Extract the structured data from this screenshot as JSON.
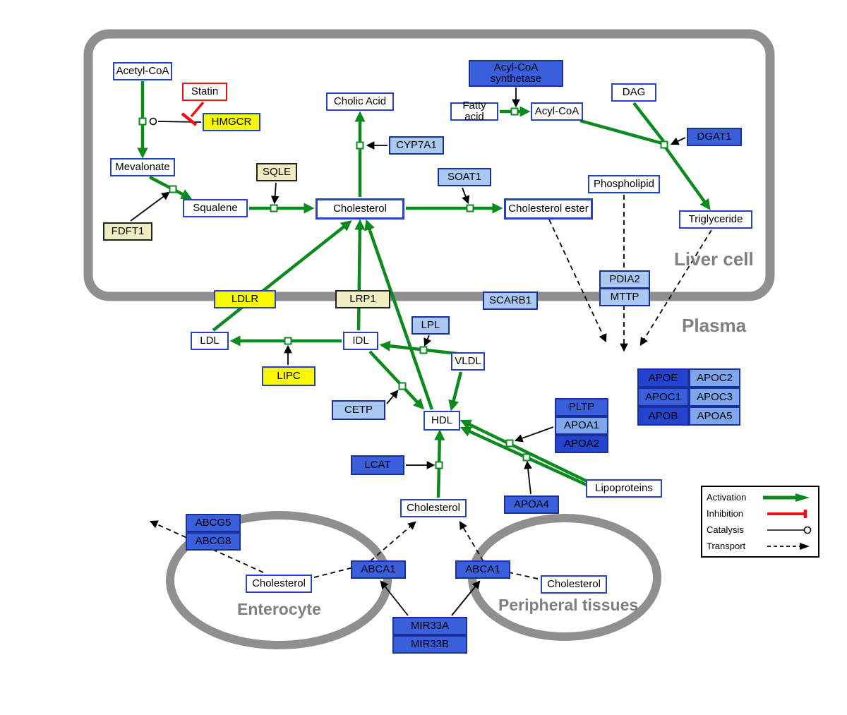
{
  "compartments": {
    "liver_cell": "Liver cell",
    "plasma": "Plasma",
    "enterocyte": "Enterocyte",
    "peripheral_tissues": "Peripheral tissues"
  },
  "legend": {
    "activation": "Activation",
    "inhibition": "Inhibition",
    "catalysis": "Catalysis",
    "transport": "Transport"
  },
  "nodes": {
    "acetyl_coa": "Acetyl-CoA",
    "statin": "Statin",
    "hmgcr": "HMGCR",
    "mevalonate": "Mevalonate",
    "fdft1": "FDFT1",
    "squalene": "Squalene",
    "sqle": "SQLE",
    "cholesterol": "Cholesterol",
    "cholic_acid": "Cholic Acid",
    "cyp7a1": "CYP7A1",
    "soat1": "SOAT1",
    "cholesterol_ester": "Cholesterol ester",
    "acyl_coa_synthetase": "Acyl-CoA synthetase",
    "fatty_acid": "Fatty acid",
    "acyl_coa": "Acyl-CoA",
    "dag": "DAG",
    "dgat1": "DGAT1",
    "phospholipid": "Phospholipid",
    "triglyceride": "Triglyceride",
    "pdia2": "PDIA2",
    "mttp": "MTTP",
    "scarb1": "SCARB1",
    "ldlr": "LDLR",
    "lrp1": "LRP1",
    "ldl": "LDL",
    "idl": "IDL",
    "lpl": "LPL",
    "vldl": "VLDL",
    "lipc": "LIPC",
    "cetp": "CETP",
    "hdl": "HDL",
    "lcat": "LCAT",
    "apoe": "APOE",
    "apoc2": "APOC2",
    "apoc1": "APOC1",
    "apoc3": "APOC3",
    "apob": "APOB",
    "apoa5": "APOA5",
    "pltp": "PLTP",
    "apoa1": "APOA1",
    "apoa2": "APOA2",
    "apoa4": "APOA4",
    "lipoproteins": "Lipoproteins",
    "cholesterol_plasma": "Cholesterol",
    "abcg5": "ABCG5",
    "abcg8": "ABCG8",
    "cholesterol_enterocyte": "Cholesterol",
    "abca1_enterocyte": "ABCA1",
    "abca1_peripheral": "ABCA1",
    "cholesterol_peripheral": "Cholesterol",
    "mir33a": "MIR33A",
    "mir33b": "MIR33B"
  },
  "edges": [
    {
      "type": "activation",
      "from": "acetyl_coa",
      "to": "mevalonate",
      "catalyst": "hmgcr"
    },
    {
      "type": "activation",
      "from": "mevalonate",
      "to": "squalene",
      "catalyst": "fdft1"
    },
    {
      "type": "activation",
      "from": "squalene",
      "to": "cholesterol",
      "catalyst": "sqle"
    },
    {
      "type": "activation",
      "from": "cholesterol",
      "to": "cholic_acid",
      "catalyst": "cyp7a1"
    },
    {
      "type": "activation",
      "from": "cholesterol",
      "to": "cholesterol_ester",
      "catalyst": "soat1"
    },
    {
      "type": "activation",
      "from": "fatty_acid",
      "to": "acyl_coa",
      "catalyst": "acyl_coa_synthetase"
    },
    {
      "type": "activation",
      "from": "acyl_coa",
      "to": "triglyceride",
      "catalyst": "dgat1"
    },
    {
      "type": "activation",
      "from": "dag",
      "to": "triglyceride",
      "catalyst": "dgat1"
    },
    {
      "type": "activation",
      "from": "ldl",
      "to": "cholesterol",
      "via": "ldlr"
    },
    {
      "type": "activation",
      "from": "idl",
      "to": "cholesterol",
      "via": "lrp1"
    },
    {
      "type": "activation",
      "from": "hdl",
      "to": "cholesterol"
    },
    {
      "type": "activation",
      "from": "vldl",
      "to": "idl",
      "catalyst": "lpl"
    },
    {
      "type": "activation",
      "from": "idl",
      "to": "ldl",
      "catalyst": "lipc"
    },
    {
      "type": "activation",
      "from": "idl",
      "to": "hdl",
      "catalyst": "cetp"
    },
    {
      "type": "activation",
      "from": "vldl",
      "to": "hdl"
    },
    {
      "type": "activation",
      "from": "lipoproteins",
      "to": "hdl",
      "catalyst": "apoa1"
    },
    {
      "type": "activation",
      "from": "lipoproteins",
      "to": "hdl",
      "catalyst": "apoa4"
    },
    {
      "type": "activation",
      "from": "cholesterol_plasma",
      "to": "hdl",
      "catalyst": "lcat"
    },
    {
      "type": "inhibition",
      "from": "statin",
      "to": "hmgcr"
    },
    {
      "type": "transport",
      "from": "cholesterol_ester",
      "to": "plasma"
    },
    {
      "type": "transport",
      "from": "phospholipid",
      "to": "plasma"
    },
    {
      "type": "transport",
      "from": "triglyceride",
      "to": "plasma"
    },
    {
      "type": "transport",
      "from": "cholesterol_enterocyte",
      "to": "cholesterol_plasma",
      "via": "abca1_enterocyte"
    },
    {
      "type": "transport",
      "from": "cholesterol_peripheral",
      "to": "cholesterol_plasma",
      "via": "abca1_peripheral"
    },
    {
      "type": "transport",
      "from": "cholesterol_enterocyte",
      "to": "extracellular",
      "via": "abcg5_abcg8"
    },
    {
      "type": "regulation",
      "from": "mir33a_mir33b",
      "to": "abca1"
    }
  ],
  "colors": {
    "activation": "#0b8a1e",
    "inhibition": "#ee1111",
    "enzyme_yellow": "#f8f800",
    "enzyme_cream": "#f0eec0",
    "gene_blue_dark": "#2443cf",
    "gene_blue": "#3a5fdd",
    "gene_blue_medium": "#7fa6ec",
    "gene_blue_light": "#a9c9f2",
    "metabolite_border": "#2643c8",
    "membrane_gray": "#8f8f8f",
    "compartment_label_gray": "#7f7f7f"
  }
}
